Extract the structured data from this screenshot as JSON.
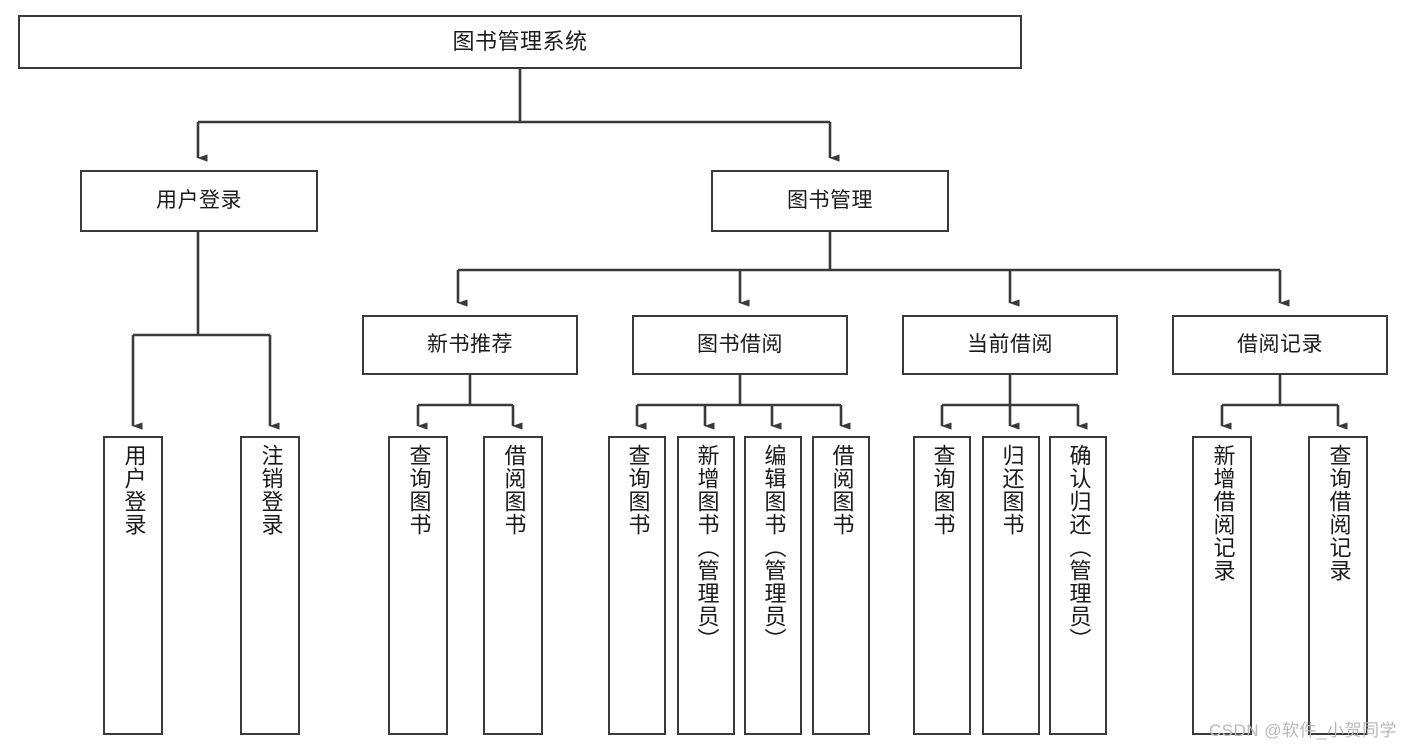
{
  "diagram": {
    "type": "tree-hierarchy-chart",
    "title": "图书管理系统",
    "watermark": "CSDN @软件_小贺同学",
    "colors": {
      "stroke": "#3a3a3a",
      "fill": "#ffffff",
      "text": "#1a1a1a",
      "watermark": "#b9b9b9"
    },
    "levels": {
      "level1": [
        "图书管理系统"
      ],
      "level2": [
        "用户登录",
        "图书管理"
      ],
      "level3": [
        "新书推荐",
        "图书借阅",
        "当前借阅",
        "借阅记录"
      ],
      "level4": [
        "用户登录",
        "注销登录",
        "查询图书",
        "借阅图书",
        "查询图书",
        "新增图书（管理员）",
        "编辑图书（管理员）",
        "借阅图书",
        "查询图书",
        "归还图书",
        "确认归还（管理员）",
        "新增借阅记录",
        "查询借阅记录"
      ]
    },
    "nodes": {
      "root": {
        "label": "图书管理系统"
      },
      "user_login": {
        "label": "用户登录"
      },
      "book_mgmt": {
        "label": "图书管理"
      },
      "new_book_rec": {
        "label": "新书推荐"
      },
      "book_borrow": {
        "label": "图书借阅"
      },
      "current_borrow": {
        "label": "当前借阅"
      },
      "borrow_record": {
        "label": "借阅记录"
      },
      "leaf_user_login": {
        "label": "用户登录"
      },
      "leaf_logout": {
        "label": "注销登录"
      },
      "leaf_rec_query": {
        "label": "查询图书"
      },
      "leaf_rec_borrow": {
        "label": "借阅图书"
      },
      "leaf_borrow_query": {
        "label": "查询图书"
      },
      "leaf_borrow_add": {
        "label": "新增图书（管理员）"
      },
      "leaf_borrow_edit": {
        "label": "编辑图书（管理员）"
      },
      "leaf_borrow_borrow": {
        "label": "借阅图书"
      },
      "leaf_cur_query": {
        "label": "查询图书"
      },
      "leaf_cur_return": {
        "label": "归还图书"
      },
      "leaf_cur_confirm": {
        "label": "确认归还（管理员）"
      },
      "leaf_rec_add": {
        "label": "新增借阅记录"
      },
      "leaf_rec_search": {
        "label": "查询借阅记录"
      }
    },
    "edges": [
      {
        "from": "root",
        "to": "user_login"
      },
      {
        "from": "root",
        "to": "book_mgmt"
      },
      {
        "from": "user_login",
        "to": "leaf_user_login"
      },
      {
        "from": "user_login",
        "to": "leaf_logout"
      },
      {
        "from": "book_mgmt",
        "to": "new_book_rec"
      },
      {
        "from": "book_mgmt",
        "to": "book_borrow"
      },
      {
        "from": "book_mgmt",
        "to": "current_borrow"
      },
      {
        "from": "book_mgmt",
        "to": "borrow_record"
      },
      {
        "from": "new_book_rec",
        "to": "leaf_rec_query"
      },
      {
        "from": "new_book_rec",
        "to": "leaf_rec_borrow"
      },
      {
        "from": "book_borrow",
        "to": "leaf_borrow_query"
      },
      {
        "from": "book_borrow",
        "to": "leaf_borrow_add"
      },
      {
        "from": "book_borrow",
        "to": "leaf_borrow_edit"
      },
      {
        "from": "book_borrow",
        "to": "leaf_borrow_borrow"
      },
      {
        "from": "current_borrow",
        "to": "leaf_cur_query"
      },
      {
        "from": "current_borrow",
        "to": "leaf_cur_return"
      },
      {
        "from": "current_borrow",
        "to": "leaf_cur_confirm"
      },
      {
        "from": "borrow_record",
        "to": "leaf_rec_add"
      },
      {
        "from": "borrow_record",
        "to": "leaf_rec_search"
      }
    ]
  }
}
